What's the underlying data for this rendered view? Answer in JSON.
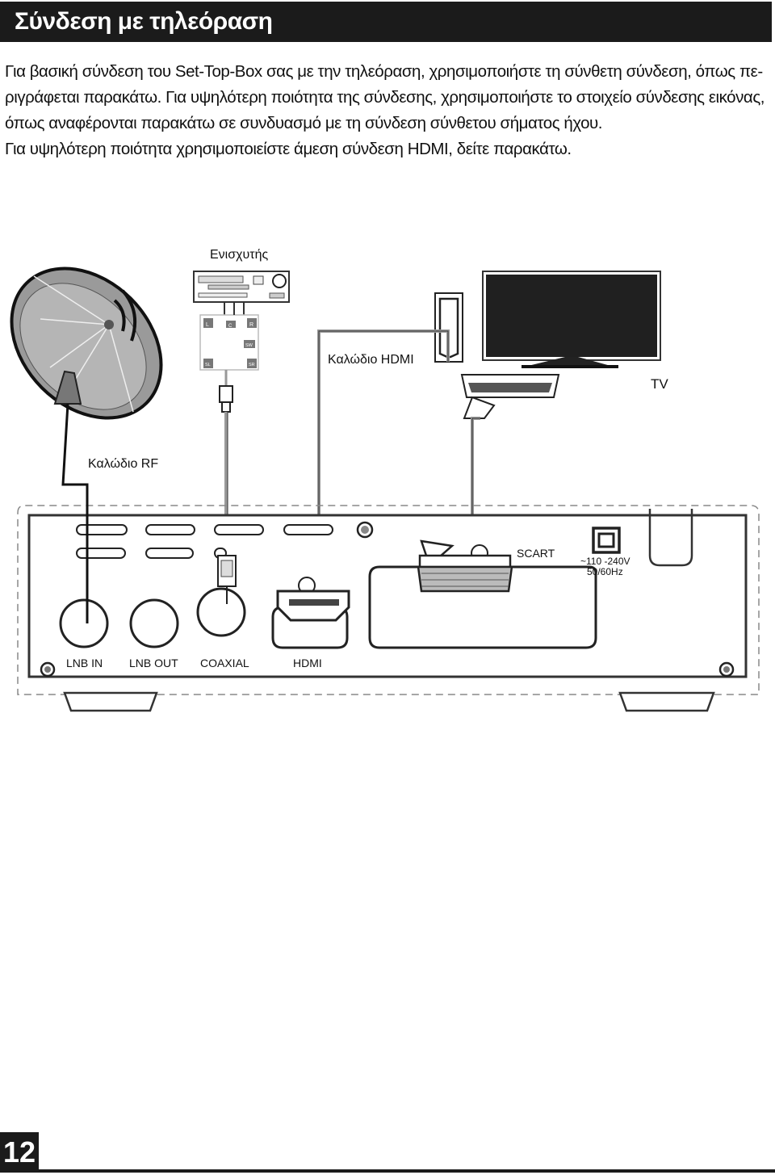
{
  "header": {
    "title": "Σύνδεση με τηλεόραση"
  },
  "intro": {
    "line1": "Για βασική σύνδεση του Set-Top-Box σας με την τηλεόραση, χρησιμοποιήστε τη σύνθετη σύνδεση, όπως πε-",
    "line2": "ριγράφεται παρακάτω. Για υψηλότερη ποιότητα της σύνδεσης, χρησιμοποιήστε το στοιχείο σύνδεσης εικόνας,",
    "line3": "όπως αναφέρονται παρακάτω σε συνδυασμό με τη σύνδεση σύνθετου σήματος ήχου.",
    "line4": "Για υψηλότερη ποιότητα χρησιμοποιείστε άμεση σύνδεση HDMI, δείτε παρακάτω."
  },
  "diagram": {
    "amplifier_label": "Ενισχυτής",
    "hdmi_cable_label": "Καλώδιο HDMI",
    "tv_label": "TV",
    "rf_cable_label": "Καλώδιο RF",
    "speakers": {
      "l": "L",
      "c": "C",
      "r": "R",
      "sw": "SW",
      "sl": "SL",
      "sr": "SR"
    },
    "ports": {
      "lnb_in": "LNB IN",
      "lnb_out": "LNB OUT",
      "coaxial": "COAXIAL",
      "hdmi": "HDMI",
      "scart": "SCART",
      "power_voltage": "~110 -240V",
      "power_freq": "50/60Hz"
    }
  },
  "footer": {
    "page_number": "12"
  }
}
